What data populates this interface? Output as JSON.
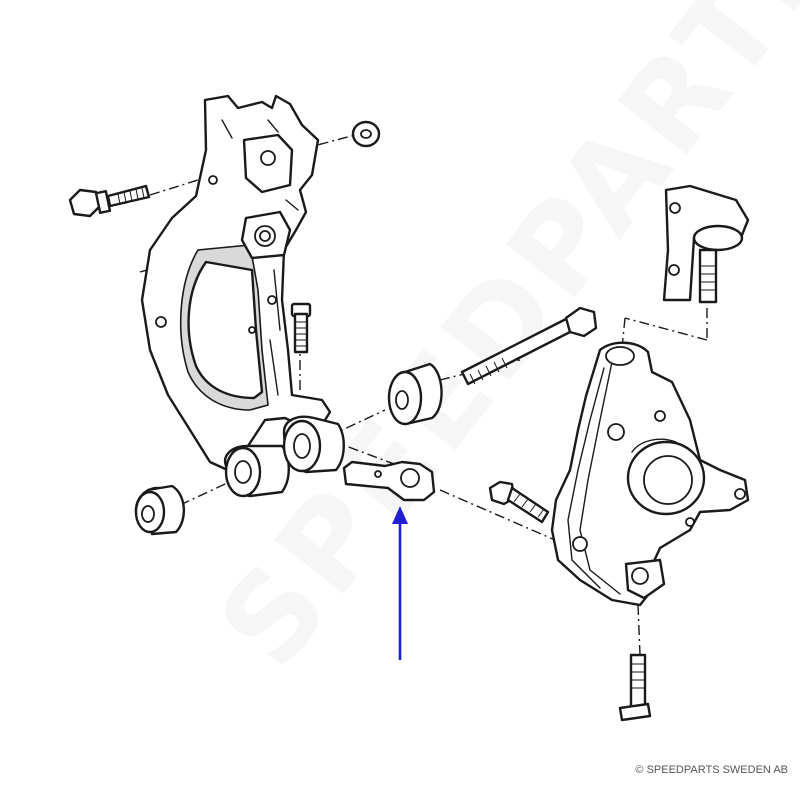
{
  "watermark": {
    "text": "SPEEDPARTS"
  },
  "copyright": {
    "text": "© SPEEDPARTS SWEDEN AB"
  },
  "colors": {
    "arrow": "#1f1fd6",
    "line": "#1a1a1a",
    "shade": "#d9d9d9"
  },
  "callout": {
    "icon": "arrow-up-icon",
    "points_to": "link-bracket"
  }
}
